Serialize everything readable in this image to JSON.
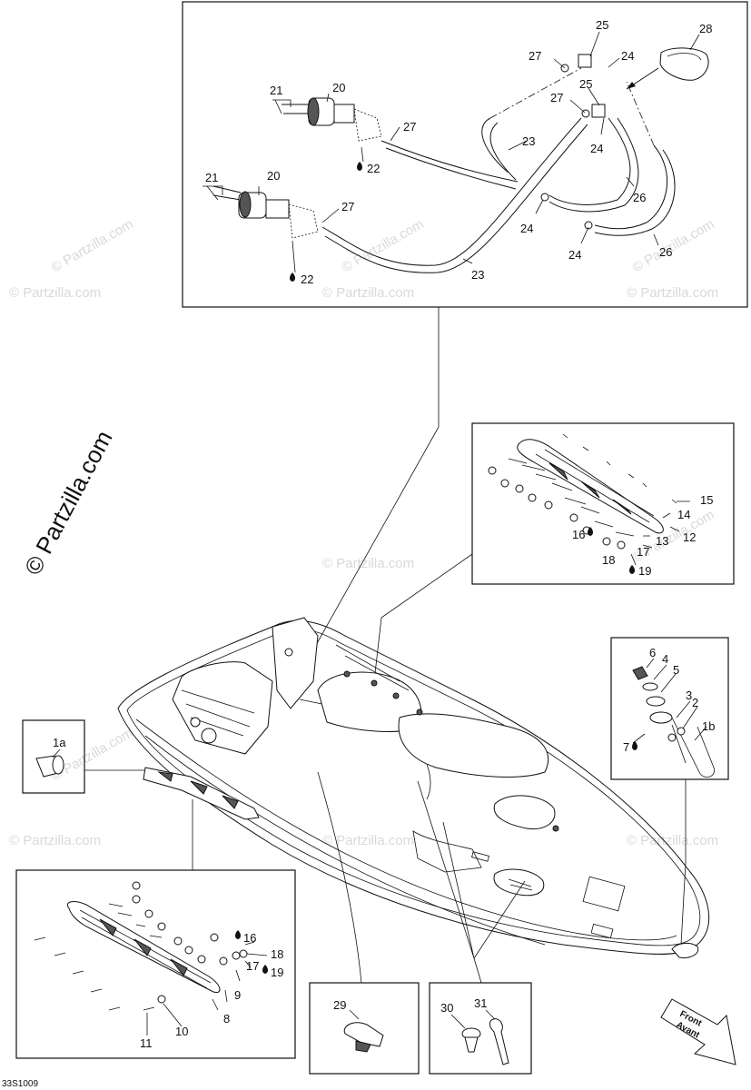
{
  "brand": "© Partzilla.com",
  "watermark": "© Partzilla.com",
  "ref_code": "33S1009",
  "front_arrow": {
    "line1": "Front",
    "line2": "Avant"
  },
  "callouts": {
    "fuel_section": [
      "25",
      "28",
      "27",
      "24",
      "21",
      "20",
      "25",
      "27",
      "27",
      "24",
      "23",
      "22",
      "26",
      "21",
      "20",
      "27",
      "24",
      "24",
      "26",
      "22",
      "23"
    ],
    "handle_upper": [
      "15",
      "14",
      "12",
      "13",
      "16",
      "17",
      "18",
      "19"
    ],
    "handle_lower": [
      "16",
      "18",
      "17",
      "19",
      "9",
      "8",
      "11",
      "10"
    ],
    "plug": [
      "1a"
    ],
    "ubolt": [
      "6",
      "4",
      "5",
      "3",
      "2",
      "7",
      "1b"
    ],
    "clips": [
      "29",
      "30",
      "31"
    ]
  },
  "colors": {
    "line": "#111111",
    "watermark": "#d9d9d9",
    "fill": "#ffffff"
  }
}
